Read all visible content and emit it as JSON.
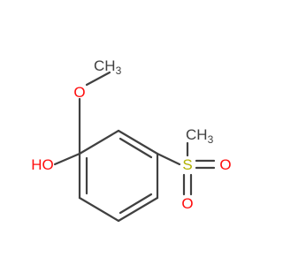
{
  "molecule": {
    "labels": {
      "methoxy_o": "O",
      "methoxy_ch3_c": "CH",
      "methoxy_ch3_sub": "3",
      "hydroxyl": "HO",
      "sulfur": "S",
      "sulfonyl_o_right": "O",
      "sulfonyl_o_down": "O",
      "sulfonyl_ch3_c": "CH",
      "sulfonyl_ch3_sub": "3"
    },
    "colors": {
      "bond": "#404040",
      "carbon": "#404040",
      "oxygen": "#ff0d0d",
      "sulfur": "#b2b200"
    }
  }
}
